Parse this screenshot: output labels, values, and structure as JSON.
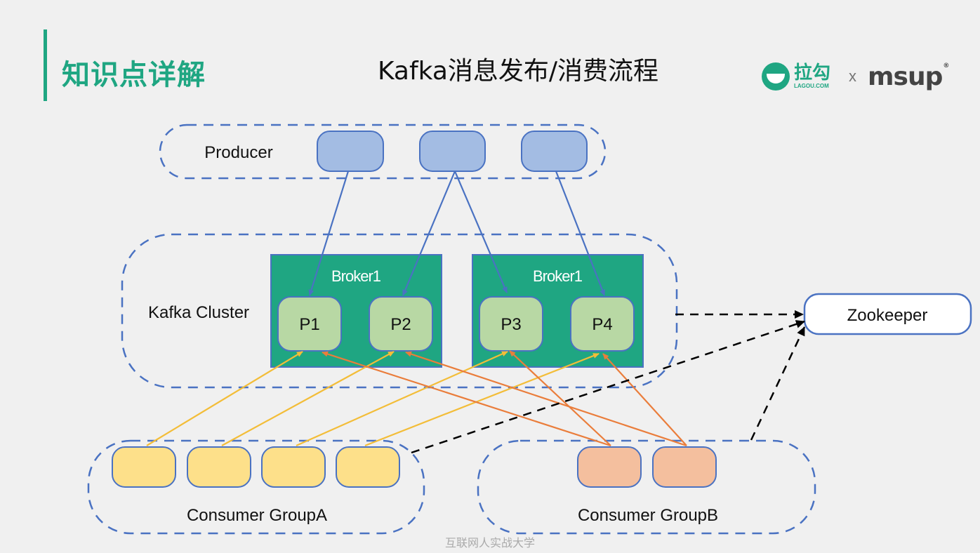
{
  "header": {
    "section_title": "知识点详解",
    "slide_title": "Kafka消息发布/消费流程"
  },
  "logos": {
    "lagou_cn": "拉勾",
    "lagou_en": "LAGOU.COM",
    "separator": "x",
    "msup": "msup",
    "msup_mark": "®"
  },
  "diagram": {
    "producer_label": "Producer",
    "cluster_label": "Kafka Cluster",
    "brokers": [
      {
        "label": "Broker1",
        "partitions": [
          "P1",
          "P2"
        ]
      },
      {
        "label": "Broker1",
        "partitions": [
          "P3",
          "P4"
        ]
      }
    ],
    "zookeeper_label": "Zookeeper",
    "consumer_group_a_label": "Consumer GroupA",
    "consumer_group_b_label": "Consumer GroupB"
  },
  "colors": {
    "accent": "#1fa682",
    "broker_fill": "#1fa682",
    "partition_fill": "#b8d8a4",
    "producer_fill": "#a3bce3",
    "consumer_a_fill": "#fde08a",
    "consumer_b_fill": "#f4bf9e",
    "dashed_group": "#4a72c2",
    "producer_arrow": "#4a72c2",
    "consumer_a_arrow": "#f3bd38",
    "consumer_b_arrow": "#ea7d3b"
  },
  "footer": {
    "text": "互联网人实战大学"
  }
}
